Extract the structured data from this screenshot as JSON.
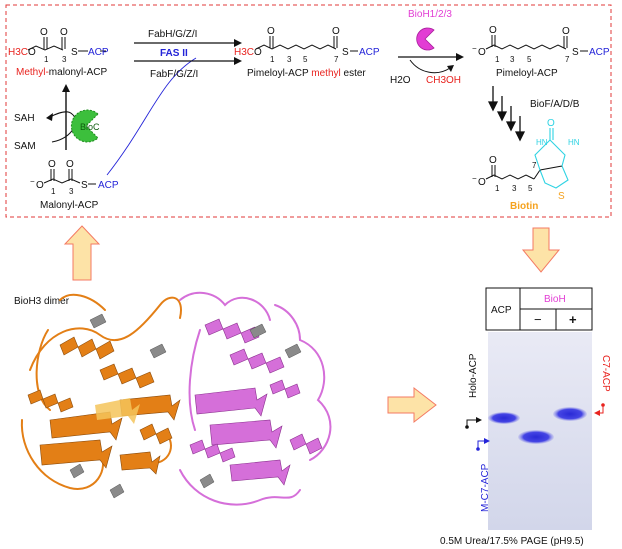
{
  "pathway": {
    "methyl_malonyl": {
      "h3c": "H3C",
      "o1": "O",
      "o2": "O",
      "o3": "O",
      "num1": "1",
      "num3": "3",
      "s": "S",
      "acp": "ACP",
      "name_prefix": "Methyl-",
      "name_suffix": "malonyl-ACP"
    },
    "malonyl": {
      "minus": "−",
      "o1": "O",
      "o2": "O",
      "o3": "O",
      "num1": "1",
      "num3": "3",
      "s": "S",
      "acp": "ACP",
      "name": "Malonyl-ACP"
    },
    "pimeloyl_ester": {
      "h3c": "H3C",
      "o1": "O",
      "o2": "O",
      "o3": "O",
      "num1": "1",
      "num3": "3",
      "num5": "5",
      "num7": "7",
      "s": "S",
      "acp": "ACP",
      "name_a": "Pimeloyl-ACP ",
      "name_b": "methyl",
      "name_c": " ester"
    },
    "pimeloyl": {
      "minus": "−",
      "o1": "O",
      "o2": "O",
      "o3": "O",
      "num1": "1",
      "num3": "3",
      "num5": "5",
      "num7": "7",
      "s": "S",
      "acp": "ACP",
      "name": "Pimeloyl-ACP"
    },
    "biotin": {
      "minus": "−",
      "o1": "O",
      "o2": "O",
      "o3": "O",
      "num1": "1",
      "num3": "3",
      "num5": "5",
      "num7": "7",
      "hn1": "HN",
      "hn2": "HN",
      "s": "S",
      "name": "Biotin"
    },
    "enzymes": {
      "fabhgzi": "FabH/G/Z/I",
      "fas": "FAS II",
      "fabfgzi": "FabF/G/Z/I",
      "bioh": "BioH1/2/3",
      "h2o": "H2O",
      "ch3oh": "CH3OH",
      "bioc": "BioC",
      "sah": "SAH",
      "sam": "SAM",
      "biofadb": "BioF/A/D/B"
    }
  },
  "structure": {
    "title": "BioH3 dimer"
  },
  "gel": {
    "col_acp": "ACP",
    "col_bioh": "BioH",
    "minus": "−",
    "plus": "+",
    "holo": "Holo-ACP",
    "mc7": "M-C7-ACP",
    "c7": "C7-ACP",
    "caption": "0.5M Urea/17.5% PAGE (pH9.5)"
  },
  "colors": {
    "red": "#e8231f",
    "blue": "#2323d8",
    "magenta": "#e23dd4",
    "green": "#3cbf3c",
    "cyan": "#2fd3e3",
    "orange_text": "#f5a21e",
    "box": "#e23a3a",
    "arrow_fill": "#fde3a7",
    "arrow_stroke": "#f47a63",
    "protein_orange": "#e37f16",
    "protein_violet": "#d56fd9",
    "gel_band": "#3a3ae0",
    "gel_bg": "#d9dcef"
  }
}
